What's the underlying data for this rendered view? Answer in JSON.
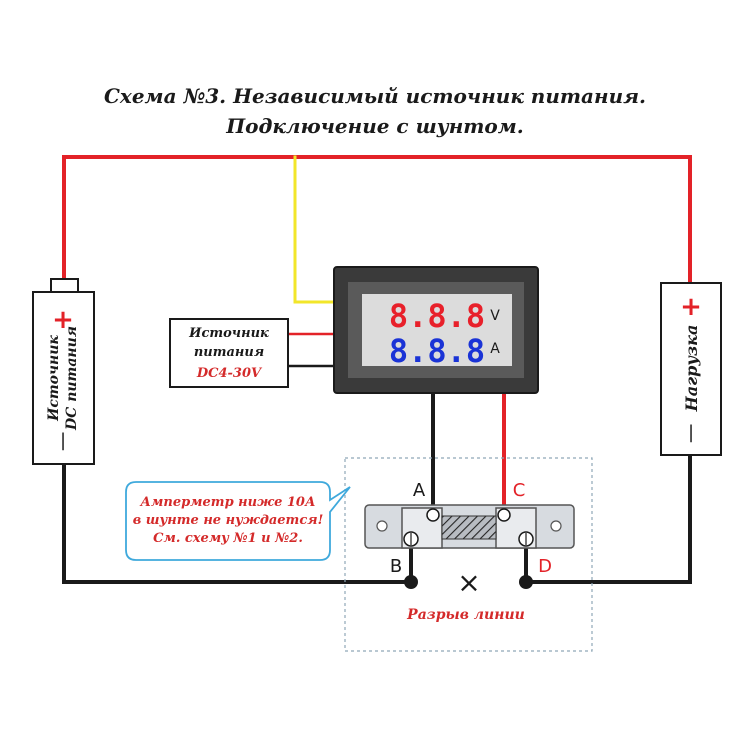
{
  "title": {
    "line1": "Схема №3. Независимый источник питания.",
    "line2": "Подключение с шунтом."
  },
  "battery": {
    "label_line1": "Источник",
    "label_line2": "DC питания",
    "plus": "+",
    "minus": "|"
  },
  "load": {
    "label": "Нагрузка",
    "plus": "+",
    "minus": "|"
  },
  "meter_power": {
    "line1": "Источник",
    "line2": "питания",
    "line3": "DC4-30V"
  },
  "meter": {
    "voltage_digits": "8.8.8",
    "current_digits": "8.8.8",
    "voltage_unit": "V",
    "current_unit": "A"
  },
  "terminals": {
    "a": "A",
    "b": "B",
    "c": "C",
    "d": "D"
  },
  "callout": {
    "line1": "Амперметр ниже 10А",
    "line2": "в шунте не нуждается!",
    "line3": "См. схему №1 и №2."
  },
  "break": {
    "symbol": "×",
    "label": "Разрыв линии"
  },
  "colors": {
    "red_wire": "#e32228",
    "black_wire": "#1a1a1a",
    "yellow_wire": "#f2e62a",
    "voltage_digits": "#e8202a",
    "current_digits": "#1a33d6",
    "callout_border": "#3fa9dc",
    "label_red": "#d42a2a"
  }
}
